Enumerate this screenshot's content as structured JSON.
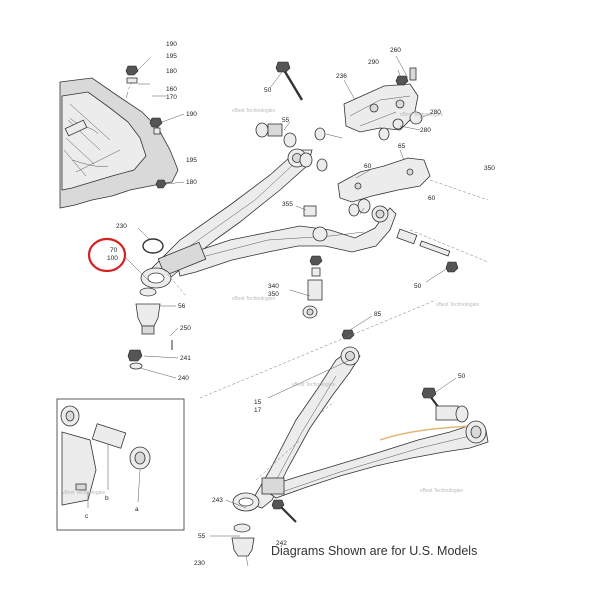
{
  "caption": "Diagrams Shown are for U.S. Models",
  "watermark": "vBest Technologies",
  "highlight_color": "#d62020",
  "callouts": [
    {
      "id": "c190a",
      "text": "190"
    },
    {
      "id": "c195a",
      "text": "195"
    },
    {
      "id": "c180a",
      "text": "180"
    },
    {
      "id": "c160",
      "text": "160"
    },
    {
      "id": "c170",
      "text": "170"
    },
    {
      "id": "c190b",
      "text": "190"
    },
    {
      "id": "c195b",
      "text": "195"
    },
    {
      "id": "c180b",
      "text": "180"
    },
    {
      "id": "c260",
      "text": "260"
    },
    {
      "id": "c290",
      "text": "290"
    },
    {
      "id": "c236",
      "text": "236"
    },
    {
      "id": "c50a",
      "text": "50"
    },
    {
      "id": "c280a",
      "text": "280"
    },
    {
      "id": "c280b",
      "text": "280"
    },
    {
      "id": "c55a",
      "text": "55"
    },
    {
      "id": "c65",
      "text": "65"
    },
    {
      "id": "c60a",
      "text": "60"
    },
    {
      "id": "c350a",
      "text": "350"
    },
    {
      "id": "c355",
      "text": "355"
    },
    {
      "id": "c60b",
      "text": "60"
    },
    {
      "id": "c230a",
      "text": "230"
    },
    {
      "id": "c70",
      "text": "70"
    },
    {
      "id": "c100",
      "text": "100"
    },
    {
      "id": "c50b",
      "text": "50"
    },
    {
      "id": "c340",
      "text": "340"
    },
    {
      "id": "c350b",
      "text": "350"
    },
    {
      "id": "c56",
      "text": "56"
    },
    {
      "id": "c250",
      "text": "250"
    },
    {
      "id": "c241",
      "text": "241"
    },
    {
      "id": "c240",
      "text": "240"
    },
    {
      "id": "c85",
      "text": "85"
    },
    {
      "id": "c50c",
      "text": "50"
    },
    {
      "id": "c15",
      "text": "15"
    },
    {
      "id": "c17",
      "text": "17"
    },
    {
      "id": "c243",
      "text": "243"
    },
    {
      "id": "c55b",
      "text": "55"
    },
    {
      "id": "c242",
      "text": "242"
    },
    {
      "id": "c230b",
      "text": "230"
    },
    {
      "id": "ca",
      "text": "a"
    },
    {
      "id": "cb",
      "text": "b"
    },
    {
      "id": "cc",
      "text": "c"
    }
  ]
}
